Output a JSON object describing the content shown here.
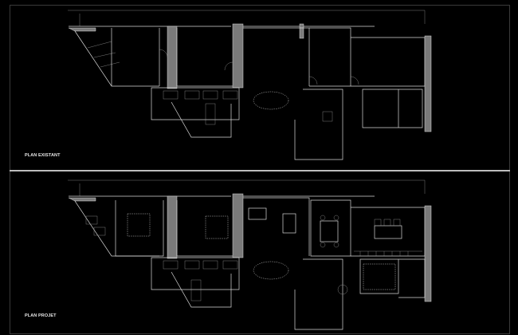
{
  "drawing": {
    "type": "architectural-floor-plan",
    "colors": {
      "background": "#000000",
      "linework": "#d8d8d8",
      "wall_fill": "#7a7a7a",
      "divider": "#bdbdbd",
      "frame": "#3a3a3a"
    }
  },
  "plans": [
    {
      "id": "existing",
      "title": "PLAN EXISTANT",
      "room_labels_legible": false,
      "room_labels_note": "Room name and area labels are present on the drawing but are not legible at this resolution; text intentionally not transcribed."
    },
    {
      "id": "project",
      "title": "PLAN PROJET",
      "room_labels_legible": false,
      "room_labels_note": "Room name and area labels are present on the drawing but are not legible at this resolution; text intentionally not transcribed."
    }
  ]
}
